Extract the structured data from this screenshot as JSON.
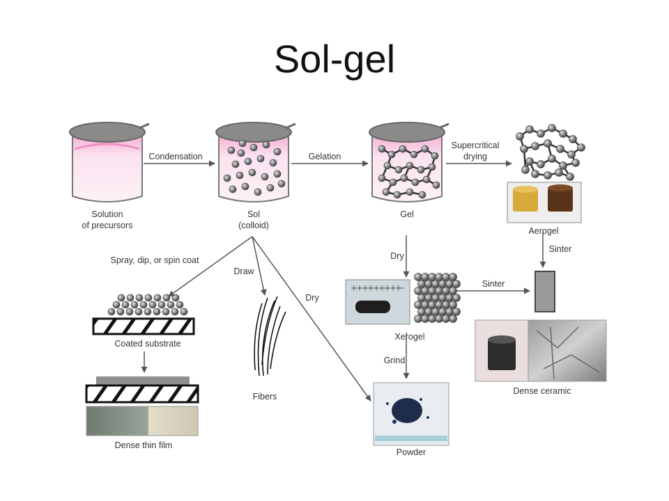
{
  "title": "Sol-gel",
  "stages": {
    "solution": "Solution",
    "solution2": "of precursors",
    "sol": "Sol",
    "sol2": "(colloid)",
    "gel": "Gel",
    "aerogel": "Aerogel",
    "xerogel": "Xerogel",
    "dense_ceramic": "Dense ceramic",
    "coated_substrate": "Coated substrate",
    "dense_thin_film": "Dense thin film",
    "fibers": "Fibers",
    "powder": "Powder"
  },
  "processes": {
    "condensation": "Condensation",
    "gelation": "Gelation",
    "supercritical": "Supercritical",
    "supercritical2": "drying",
    "sinter_aerogel": "Sinter",
    "sinter_xerogel": "Sinter",
    "dry_gel": "Dry",
    "grind": "Grind",
    "coat": "Spray, dip, or spin coat",
    "draw": "Draw",
    "dry_sol": "Dry"
  },
  "colors": {
    "liquid": "#f6b8d6",
    "liquid_light": "#fbe6f0",
    "particle": "#6b6b6b",
    "arrow": "#555555"
  }
}
